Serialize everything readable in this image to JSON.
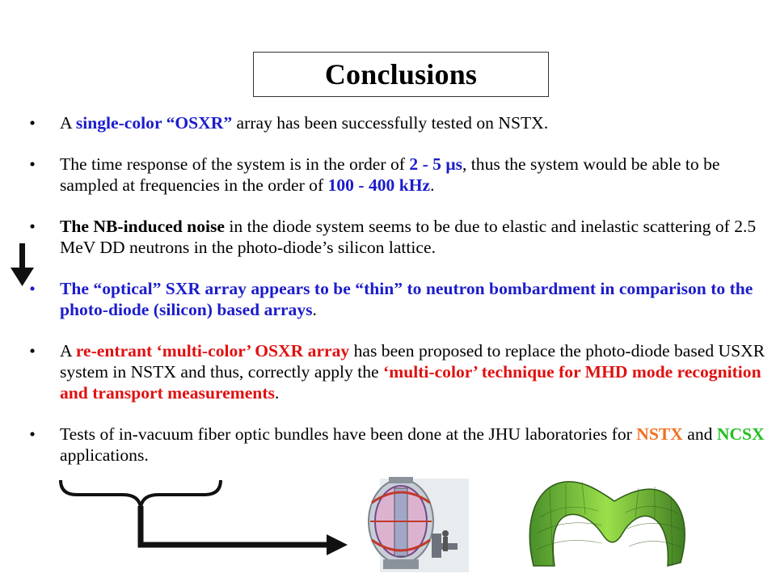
{
  "title": "Conclusions",
  "colors": {
    "blue": "#1c1ccc",
    "red": "#e01010",
    "orange": "#f07020",
    "green": "#20c020",
    "black": "#000000"
  },
  "bullets": [
    {
      "color": "black",
      "parts": [
        {
          "t": "A ",
          "c": "black",
          "b": false
        },
        {
          "t": "single-color “OSXR”",
          "c": "blue",
          "b": true
        },
        {
          "t": " array has been successfully tested on NSTX.",
          "c": "black",
          "b": false
        }
      ]
    },
    {
      "color": "black",
      "parts": [
        {
          "t": "The time response of the system is in the order of ",
          "c": "black",
          "b": false
        },
        {
          "t": "2 - 5 μs",
          "c": "blue",
          "b": true
        },
        {
          "t": ", thus the system would be able to be sampled at frequencies in the order of ",
          "c": "black",
          "b": false
        },
        {
          "t": "100 - 400 kHz",
          "c": "blue",
          "b": true
        },
        {
          "t": ".",
          "c": "black",
          "b": false
        }
      ]
    },
    {
      "color": "black",
      "parts": [
        {
          "t": "The NB-induced noise",
          "c": "black",
          "b": true
        },
        {
          "t": " in the diode system seems to be due to elastic and inelastic scattering of 2.5 MeV DD neutrons in the photo-diode’s silicon lattice.",
          "c": "black",
          "b": false
        }
      ]
    },
    {
      "color": "blue",
      "parts": [
        {
          "t": "The “optical” SXR array appears to be “thin” to neutron bombardment in comparison to the photo-diode (silicon) based arrays",
          "c": "blue",
          "b": true
        },
        {
          "t": ".",
          "c": "black",
          "b": false
        }
      ]
    },
    {
      "color": "black",
      "parts": [
        {
          "t": "A ",
          "c": "black",
          "b": false
        },
        {
          "t": "re-entrant ‘multi-color’ OSXR array",
          "c": "red",
          "b": true
        },
        {
          "t": " has been proposed to replace the photo-diode based USXR system in NSTX and thus, correctly apply the ",
          "c": "black",
          "b": false
        },
        {
          "t": "‘multi-color’ technique for MHD mode recognition and transport measurements",
          "c": "red",
          "b": true
        },
        {
          "t": ".",
          "c": "black",
          "b": false
        }
      ]
    },
    {
      "color": "black",
      "parts": [
        {
          "t": "Tests of in-vacuum fiber optic bundles have been done at the JHU laboratories for ",
          "c": "black",
          "b": false
        },
        {
          "t": "NSTX",
          "c": "orange",
          "b": true
        },
        {
          "t": " and ",
          "c": "black",
          "b": false
        },
        {
          "t": "NCSX",
          "c": "green",
          "b": true
        },
        {
          "t": " applications.",
          "c": "black",
          "b": false
        }
      ]
    }
  ],
  "bullet_char": "•",
  "icons": {
    "down_arrow": "down-arrow-icon",
    "brace": "curly-brace-icon",
    "connector_arrow": "elbow-arrow-icon",
    "nstx_image": "nstx-device-image",
    "ncsx_image": "ncsx-plasma-image"
  }
}
